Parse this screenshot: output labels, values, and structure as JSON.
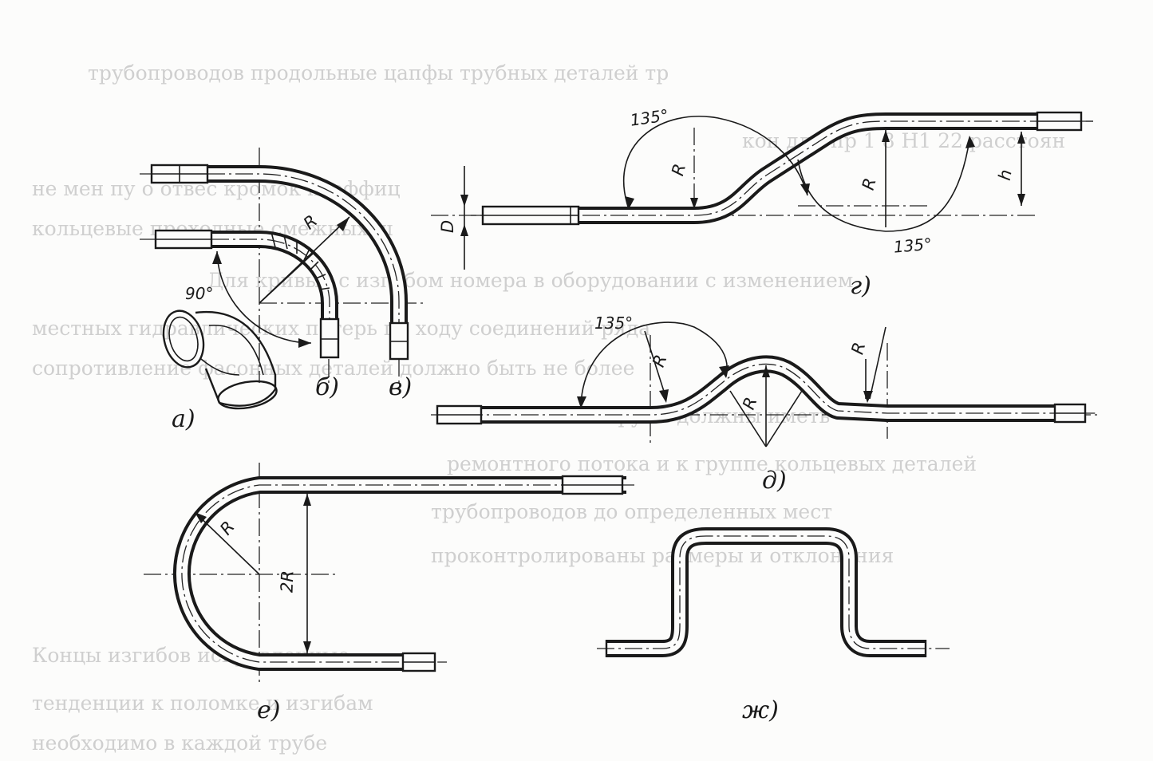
{
  "figure": {
    "label_a": "а)",
    "label_b": "б)",
    "label_v": "в)",
    "label_g": "г)",
    "label_d": "д)",
    "label_e": "е)",
    "label_zh": "ж)",
    "angle_90": "90°",
    "angle_135_top": "135°",
    "angle_135_bottom": "135°",
    "angle_135_d": "135°",
    "dim_R": "R",
    "dim_D": "D",
    "dim_h": "h",
    "dim_2R": "2R"
  },
  "bleed_through_lines": [
    "трубопроводов продольные цапфы трубных деталей тр",
    "кон дли пр 1 8 Н1 22 расстоян",
    "не мен пу о отвес кромок коэффиц",
    "кольцевые проходные смежных ш",
    "Для кривых с изгибом номера в оборудовании с изменением",
    "местных гидравлических потерь по ходу соединений ряда",
    "сопротивление фасонных деталей должно быть не более",
    "Фасонные трубы должны иметь",
    "ремонтного потока и к группе кольцевых деталей",
    "трубопроводов до определенных мест",
    "проконтролированы размеры и отклонения",
    "Концы изгибов исправленные",
    "тенденции к поломке и изгибам",
    "необходимо в каждой трубе"
  ]
}
